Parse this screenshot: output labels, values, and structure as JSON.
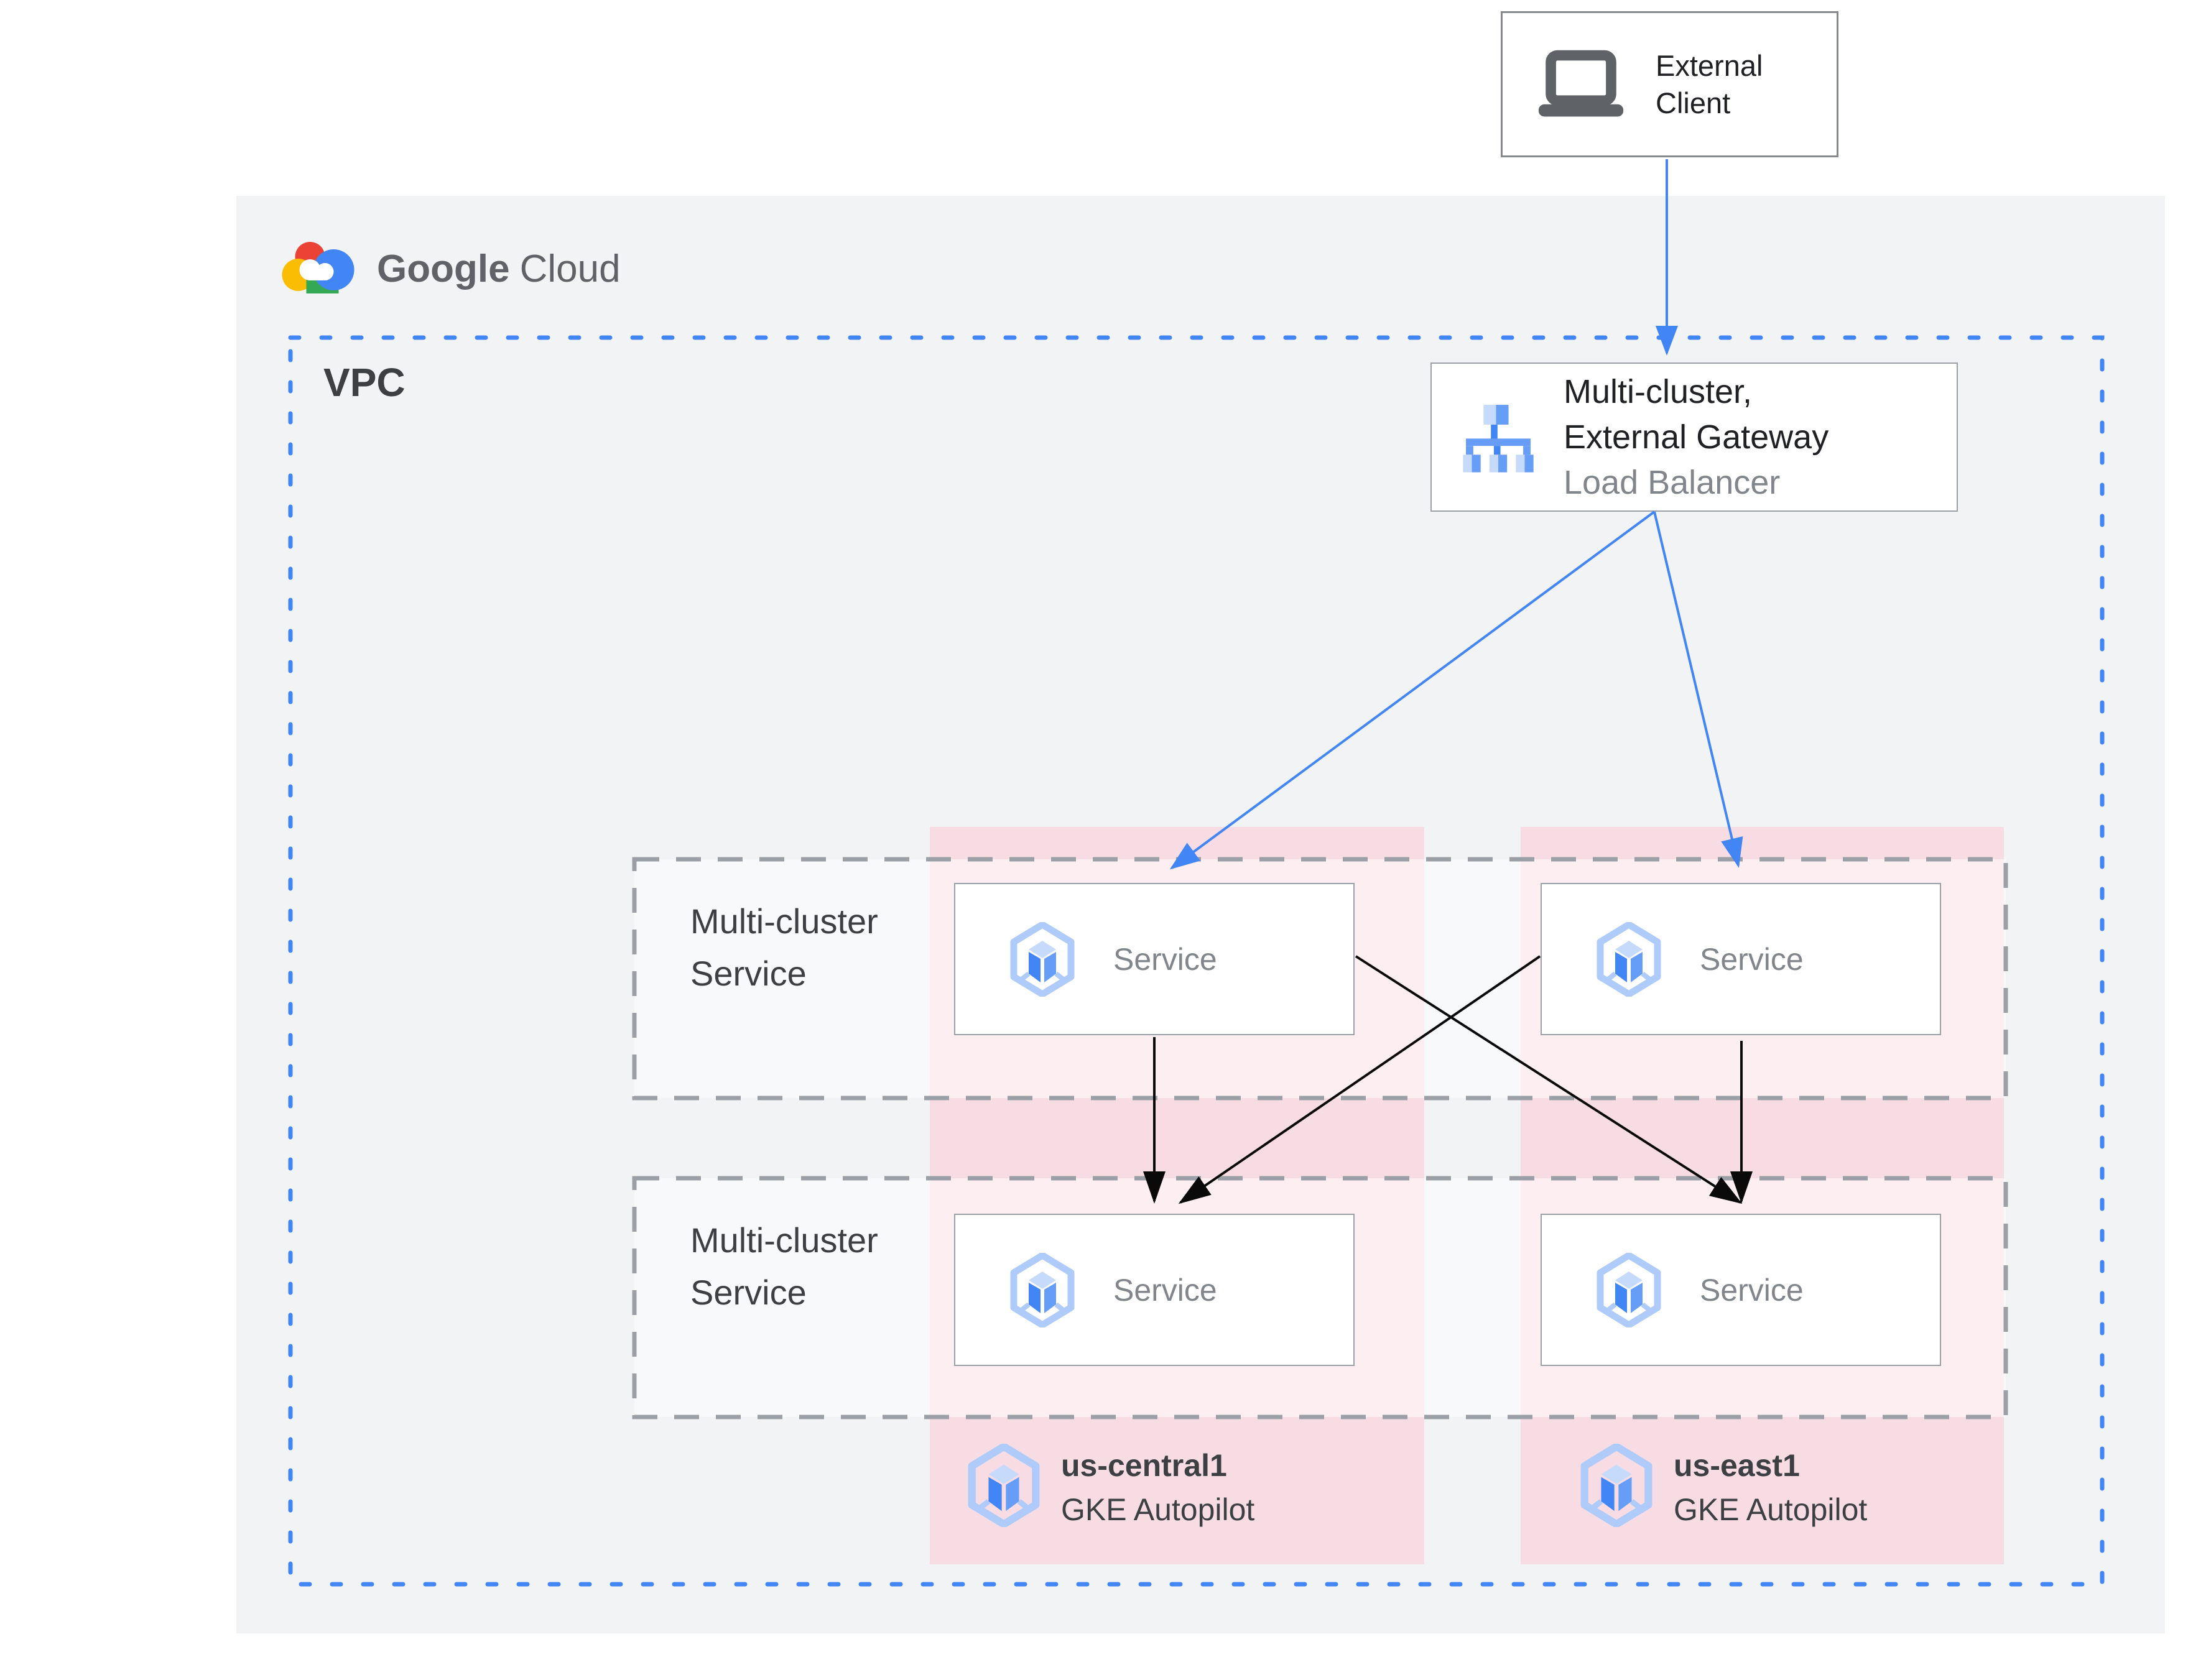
{
  "title": "Google Cloud multi-cluster external gateway architecture",
  "logo": {
    "google": "Google",
    "cloud": "Cloud"
  },
  "external_client": {
    "line1": "External",
    "line2": "Client",
    "icon": "laptop-icon"
  },
  "vpc": {
    "label": "VPC"
  },
  "gateway": {
    "line1": "Multi-cluster,",
    "line2": "External Gateway",
    "line3": "Load Balancer",
    "icon": "load-balancer-icon"
  },
  "service_rows": [
    {
      "line1": "Multi-cluster",
      "line2": "Service"
    },
    {
      "line1": "Multi-cluster",
      "line2": "Service"
    }
  ],
  "services": [
    {
      "label": "Service",
      "icon": "gke-service-icon"
    },
    {
      "label": "Service",
      "icon": "gke-service-icon"
    },
    {
      "label": "Service",
      "icon": "gke-service-icon"
    },
    {
      "label": "Service",
      "icon": "gke-service-icon"
    }
  ],
  "clusters": [
    {
      "name": "us-central1",
      "type": "GKE Autopilot",
      "icon": "gke-cluster-icon"
    },
    {
      "name": "us-east1",
      "type": "GKE Autopilot",
      "icon": "gke-cluster-icon"
    }
  ],
  "connections": [
    {
      "from": "external-client",
      "to": "gateway-load-balancer",
      "color": "#4285F4"
    },
    {
      "from": "gateway-load-balancer",
      "to": "service-us-central1-row1",
      "color": "#4285F4"
    },
    {
      "from": "gateway-load-balancer",
      "to": "service-us-east1-row1",
      "color": "#4285F4"
    },
    {
      "from": "service-us-central1-row1",
      "to": "service-us-central1-row2",
      "color": "#000000"
    },
    {
      "from": "service-us-central1-row1",
      "to": "service-us-east1-row2",
      "color": "#000000"
    },
    {
      "from": "service-us-east1-row1",
      "to": "service-us-central1-row2",
      "color": "#000000"
    },
    {
      "from": "service-us-east1-row1",
      "to": "service-us-east1-row2",
      "color": "#000000"
    }
  ],
  "colors": {
    "accent_blue": "#4285F4",
    "panel_gray": "#F1F3F4",
    "cluster_pink": "#F8DCE3",
    "dashed_border_gray": "#9AA0A6",
    "box_border_gray": "#9AA0A6",
    "text_dark": "#202124",
    "text_gray": "#80868B",
    "label_gray": "#3C4043",
    "arrow_black": "#000000",
    "logo_red": "#EA4335",
    "logo_yellow": "#FBBC04",
    "logo_green": "#34A853",
    "logo_blue": "#4285F4",
    "icon_light_blue": "#AECBFA",
    "icon_pale_blue": "#C6DAFC",
    "icon_mid_blue": "#669DF6"
  }
}
